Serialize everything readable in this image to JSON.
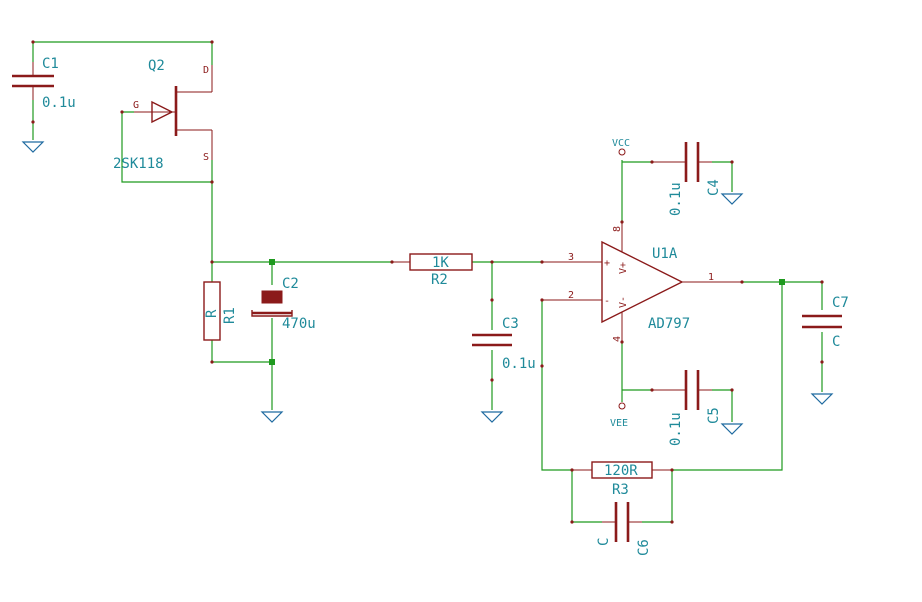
{
  "colors": {
    "wire": "#1f9a1f",
    "part": "#8b1a1a",
    "label": "#1f8a9a",
    "ground": "#1f6aa0"
  },
  "components": {
    "c1": {
      "ref": "C1",
      "value": "0.1u"
    },
    "q2": {
      "ref": "Q2",
      "value": "2SK118",
      "pin_d": "D",
      "pin_g": "G",
      "pin_s": "S"
    },
    "r1": {
      "ref": "R1",
      "value": "R"
    },
    "c2": {
      "ref": "C2",
      "value": "470u"
    },
    "r2": {
      "ref": "R2",
      "value": "1K"
    },
    "c3": {
      "ref": "C3",
      "value": "0.1u"
    },
    "u1a": {
      "ref": "U1A",
      "value": "AD797",
      "pin_plus": "+",
      "pin_minus": "-",
      "pin_vplus": "V+",
      "pin_vminus": "V-",
      "pin3": "3",
      "pin2": "2",
      "pin8": "8",
      "pin4": "4",
      "pin1": "1"
    },
    "c4": {
      "ref": "C4",
      "value": "0.1u"
    },
    "c5": {
      "ref": "C5",
      "value": "0.1u"
    },
    "c7": {
      "ref": "C7",
      "value": "C"
    },
    "r3": {
      "ref": "R3",
      "value": "120R"
    },
    "c6": {
      "ref": "C6",
      "value": "C"
    }
  },
  "power": {
    "vcc": "VCC",
    "vee": "VEE"
  }
}
